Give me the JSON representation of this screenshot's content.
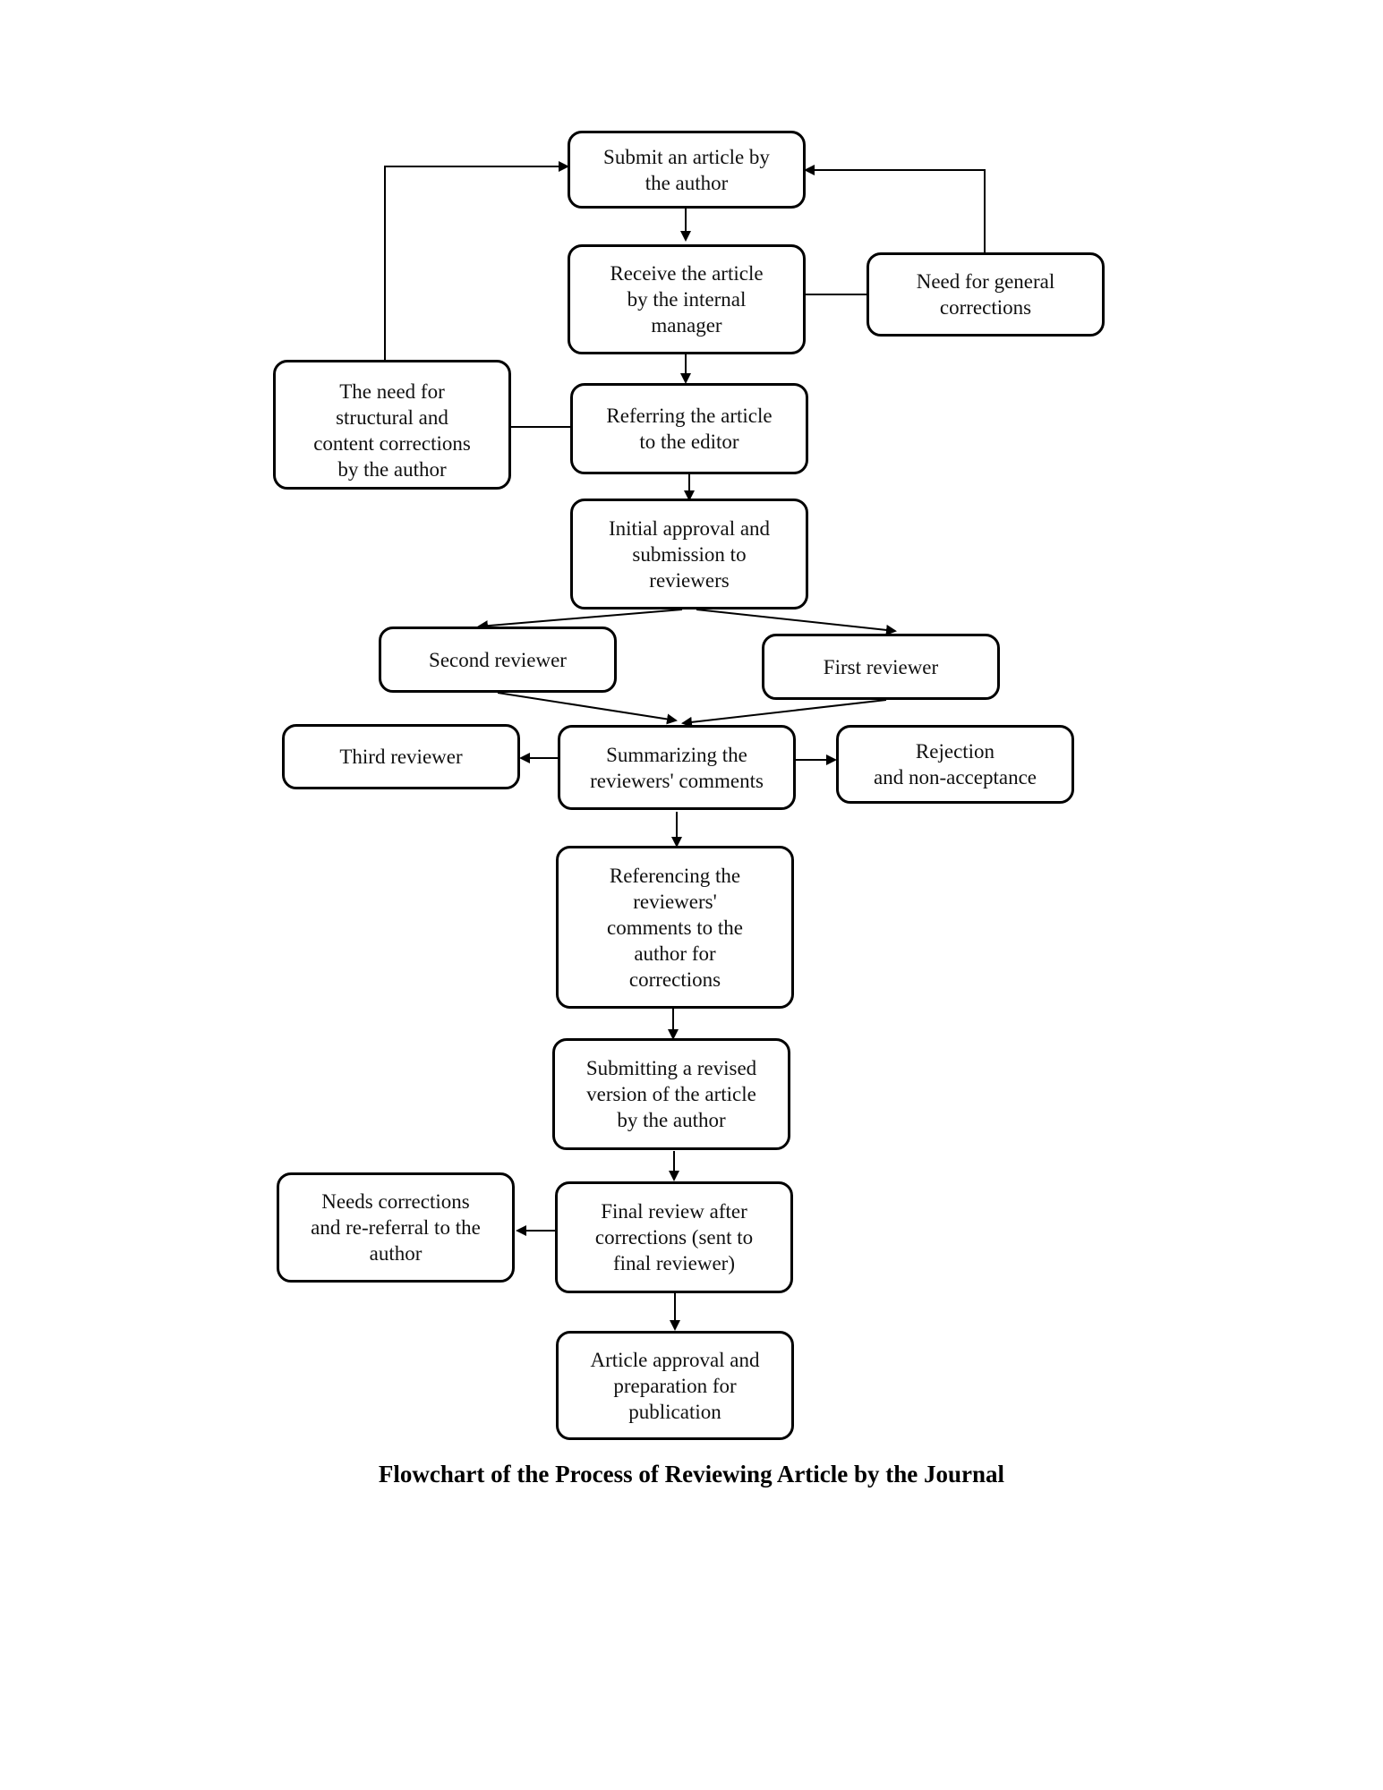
{
  "nodes": {
    "submit": "Submit an article by\nthe author",
    "receive": "Receive the article\nby the internal\nmanager",
    "general": "Need for general\ncorrections",
    "structural": "The need for\nstructural and\ncontent corrections\nby the author",
    "referring": "Referring the article\nto the editor",
    "initial": "Initial approval and\nsubmission to\nreviewers",
    "second": "Second reviewer",
    "first": "First reviewer",
    "third": "Third reviewer",
    "summarizing": "Summarizing the\nreviewers' comments",
    "rejection": "Rejection\nand non-acceptance",
    "referencing": "Referencing the\nreviewers'\ncomments to the\nauthor for\ncorrections",
    "revised": "Submitting a revised\nversion of the article\nby the author",
    "needs": "Needs corrections\nand re-referral to the\nauthor",
    "final": "Final review after\ncorrections (sent to\nfinal reviewer)",
    "approval": "Article approval and\npreparation for\npublication"
  },
  "caption": "Flowchart of the Process of Reviewing Article by the Journal"
}
